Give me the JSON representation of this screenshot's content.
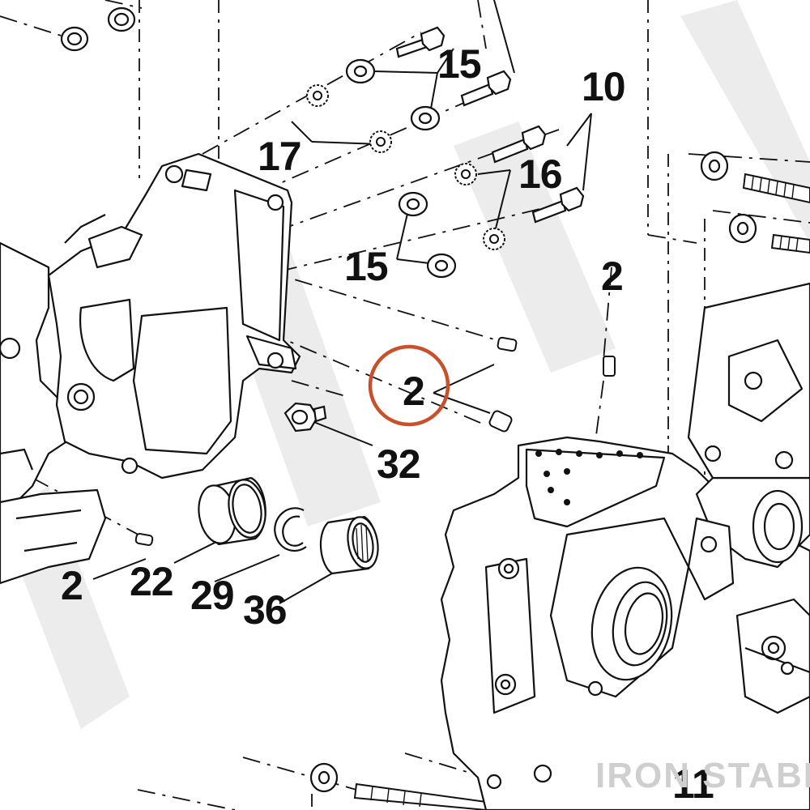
{
  "diagram": {
    "callouts": [
      {
        "id": "c15a",
        "text": "15"
      },
      {
        "id": "c10",
        "text": "10"
      },
      {
        "id": "c17",
        "text": "17"
      },
      {
        "id": "c16",
        "text": "16"
      },
      {
        "id": "c15b",
        "text": "15"
      },
      {
        "id": "c2a",
        "text": "2"
      },
      {
        "id": "c2b",
        "text": "2"
      },
      {
        "id": "c32",
        "text": "32"
      },
      {
        "id": "c2c",
        "text": "2"
      },
      {
        "id": "c22",
        "text": "22"
      },
      {
        "id": "c29",
        "text": "29"
      },
      {
        "id": "c36",
        "text": "36"
      },
      {
        "id": "c11",
        "text": "11"
      }
    ],
    "highlight": {
      "target": "2",
      "color": "#c8502a"
    },
    "watermark": {
      "text": "IRON STABLE"
    },
    "colors": {
      "ink": "#111111",
      "watermark": "#cfcfcf",
      "highlight": "#c8502a"
    }
  }
}
